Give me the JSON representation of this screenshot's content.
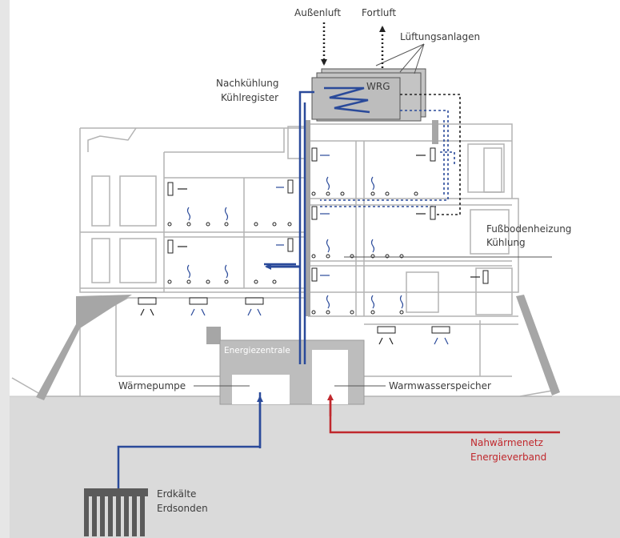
{
  "labels": {
    "aussenluft": "Außenluft",
    "fortluft": "Fortluft",
    "lueftungsanlagen": "Lüftungsanlagen",
    "nachkuehlung": "Nachkühlung",
    "kuehlregister": "Kühlregister",
    "wrg": "WRG",
    "fussbodenheizung": "Fußbodenheizung",
    "kuehlung": "Kühlung",
    "energiezentrale": "Energiezentrale",
    "waermepumpe": "Wärmepumpe",
    "warmwasserspeicher": "Warmwasserspeicher",
    "nahwaermenetz": "Nahwärmenetz",
    "energieverband": "Energieverband",
    "erdkaelte": "Erdkälte",
    "erdsonden": "Erdsonden"
  },
  "colors": {
    "blue": "#2a4a9a",
    "red": "#c0282d",
    "ground": "#dadada",
    "line": "#b3b3b3",
    "wall": "#a6a6a6",
    "text": "#3c3c3c"
  }
}
